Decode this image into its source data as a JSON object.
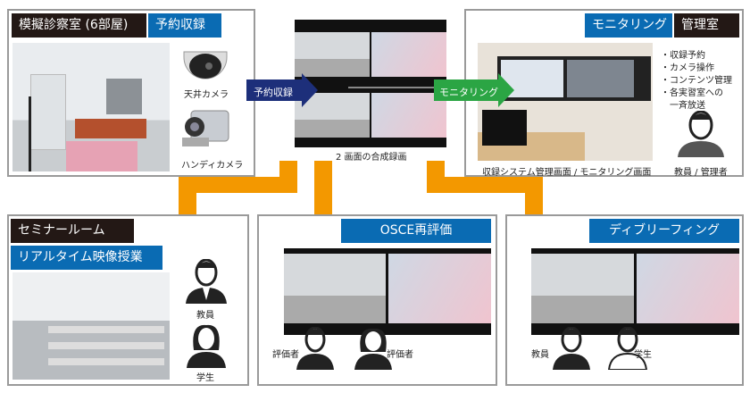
{
  "recording_room": {
    "title": "模擬診察室 (6部屋)",
    "badge": "予約収録",
    "ceiling_camera": "天井カメラ",
    "handy_camera": "ハンディカメラ"
  },
  "arrow_recording": "予約収録",
  "composite": {
    "caption": "2 画面の合成録画"
  },
  "arrow_monitoring": "モニタリング",
  "control_room": {
    "badge": "モニタリング",
    "title": "管理室",
    "photo_caption": "収録システム管理画面 / モニタリング画面",
    "features": [
      "・収録予約",
      "・カメラ操作",
      "・コンテンツ管理",
      "・各実習室への",
      "　一斉放送"
    ],
    "person": "教員 / 管理者"
  },
  "seminar": {
    "title": "セミナールーム",
    "badge": "リアルタイム映像授業",
    "teacher": "教員",
    "student": "学生"
  },
  "osce": {
    "badge": "OSCE再評価",
    "evaluator1": "評価者",
    "evaluator2": "評価者"
  },
  "debrief": {
    "badge": "ディブリーフィング",
    "teacher": "教員",
    "student": "学生"
  },
  "colors": {
    "blue": "#0a6bb3",
    "black": "#231815",
    "orange": "#f39800",
    "navy": "#1d2f7a",
    "green": "#2ba544"
  }
}
